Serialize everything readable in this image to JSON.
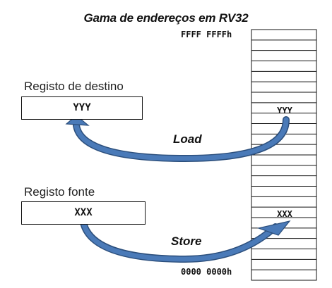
{
  "diagram": {
    "title": "Gama de endereços em RV32",
    "top_address": "FFFF FFFFh",
    "bottom_address": "0000 0000h",
    "dest_register": {
      "label": "Registo de destino",
      "value": "YYY"
    },
    "src_register": {
      "label": "Registo fonte",
      "value": "XXX"
    },
    "memory_load_value": "YYY",
    "memory_store_value": "XXX",
    "load_label": "Load",
    "store_label": "Store",
    "colors": {
      "arrow_fill": "#4a7ab8",
      "arrow_stroke": "#2c4f7c",
      "line": "#111111"
    }
  }
}
